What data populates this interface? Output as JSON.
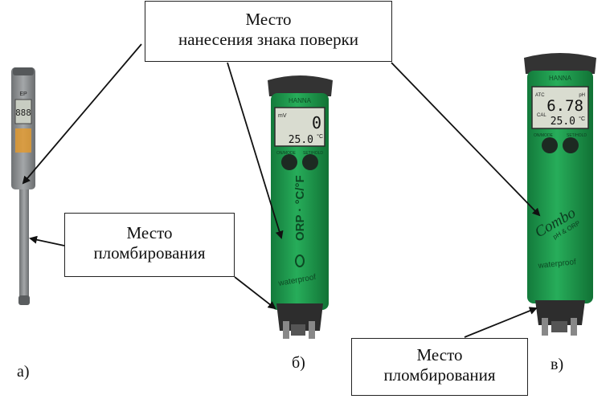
{
  "callouts": {
    "verification": {
      "line1": "Место",
      "line2": "нанесения знака поверки"
    },
    "seal_left": {
      "line1": "Место",
      "line2": "пломбирования"
    },
    "seal_right": {
      "line1": "Место",
      "line2": "пломбирования"
    }
  },
  "labels": {
    "a": "а)",
    "b": "б)",
    "v": "в)"
  },
  "devices": {
    "a": {
      "lcd": "888",
      "brand": "EP"
    },
    "b": {
      "brand": "HANNA",
      "lcd_main": "0",
      "lcd_unit": "mV",
      "lcd_temp": "25.0",
      "lcd_temp_unit": "°C",
      "btn_left": "ON/MODE",
      "btn_right": "SET/HOLD",
      "body_text": "ORP · °C/°F",
      "bottom_text": "waterproof"
    },
    "v": {
      "brand": "HANNA",
      "lcd_main": "6.78",
      "lcd_unit": "pH",
      "lcd_temp": "25.0",
      "lcd_temp_unit": "°C",
      "lcd_atc": "ATC",
      "lcd_cal": "CAL",
      "btn_left": "ON/MODE",
      "btn_right": "SET/HOLD",
      "logo": "Combo",
      "logo_sub": "pH & ORP",
      "bottom_text": "waterproof"
    }
  },
  "colors": {
    "body_green": "#1f9a4f",
    "cap_dark": "#3a3a3a",
    "lcd_bg": "#d9dcd0",
    "probe_gray": "#8a8d8f"
  }
}
